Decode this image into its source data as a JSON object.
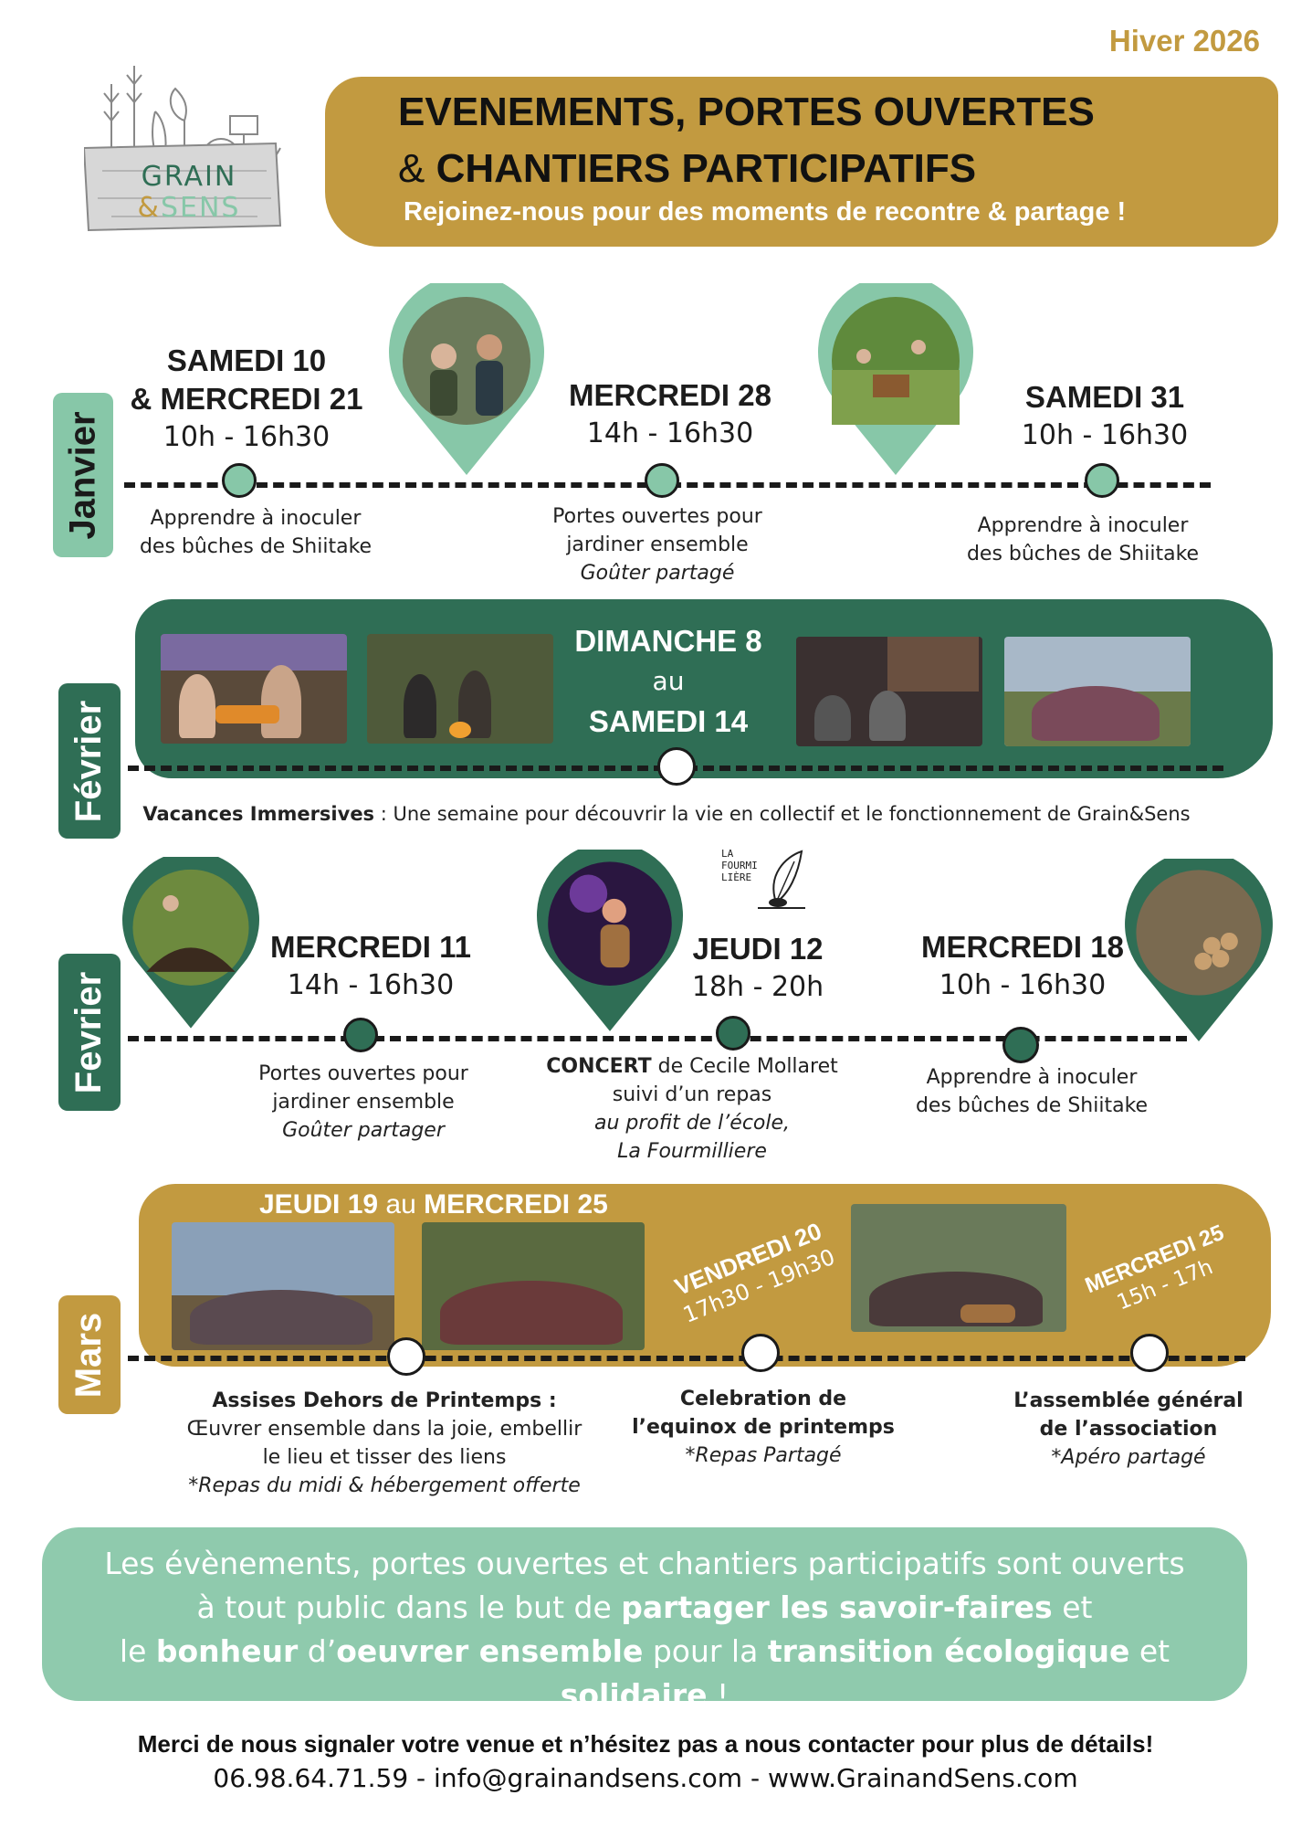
{
  "header": {
    "season": "Hiver 2026",
    "title_line1": "EVENEMENTS, PORTES OUVERTES",
    "title_amp": "& ",
    "title_line2": "CHANTIERS PARTICIPATIFS",
    "subtitle": "Rejoinez-nous pour des moments de recontre & partage !"
  },
  "logo": {
    "line1": "GRAIN",
    "amp": "&",
    "line2": "SENS"
  },
  "colors": {
    "gold": "#c29a40",
    "dark_green": "#2f6e55",
    "mint": "#87c7a8",
    "light_mint": "#8fcaad"
  },
  "january": {
    "month": "Janvier",
    "events": [
      {
        "date_line1": "SAMEDI 10",
        "date_line2": "& MERCREDI 21",
        "time": "10h - 16h30",
        "desc_line1": "Apprendre à inoculer",
        "desc_line2": "des bûches de Shiitake"
      },
      {
        "date": "MERCREDI 28",
        "time": "14h - 16h30",
        "desc_line1": "Portes ouvertes pour",
        "desc_line2": "jardiner ensemble",
        "note": "Goûter partagé"
      },
      {
        "date": "SAMEDI 31",
        "time": "10h - 16h30",
        "desc_line1": "Apprendre à inoculer",
        "desc_line2": "des bûches de Shiitake"
      }
    ]
  },
  "february_immersion": {
    "month": "Février",
    "date_line1": "DIMANCHE 8",
    "date_mid": "au",
    "date_line2": "SAMEDI 14",
    "desc_bold": "Vacances Immersives",
    "desc_rest": " : Une semaine pour découvrir la vie en collectif et le fonctionnement de Grain&Sens"
  },
  "february": {
    "month": "Fevrier",
    "partner_logo_text": [
      "LA",
      "FOURMI",
      "LIÈRE"
    ],
    "events": [
      {
        "date": "MERCREDI 11",
        "time": "14h - 16h30",
        "desc_line1": "Portes ouvertes pour",
        "desc_line2": "jardiner ensemble",
        "note": "Goûter partager"
      },
      {
        "date": "JEUDI 12",
        "time": "18h - 20h",
        "desc_bold": "CONCERT",
        "desc_line1_rest": " de Cecile Mollaret",
        "desc_line2": "suivi d’un repas",
        "note_line1": "au profit de l’école,",
        "note_line2": "La Fourmilliere"
      },
      {
        "date": "MERCREDI 18",
        "time": "10h - 16h30",
        "desc_line1": "Apprendre à inoculer",
        "desc_line2": "des bûches de Shiitake"
      }
    ]
  },
  "march": {
    "month": "Mars",
    "range_a": "JEUDI 19",
    "range_mid": " au ",
    "range_b": "MERCREDI 25",
    "events": [
      {
        "title": "Assises Dehors de Printemps :",
        "desc_line1": "Œuvrer ensemble dans la joie, embellir",
        "desc_line2": "le lieu et tisser des liens",
        "note": "*Repas du midi & hébergement offerte"
      },
      {
        "date": "VENDREDI 20",
        "time": "17h30 - 19h30",
        "title_line1": "Celebration de",
        "title_line2": "l’equinox de printemps",
        "note": "*Repas Partagé"
      },
      {
        "date": "MERCREDI 25",
        "time": "15h - 17h",
        "title_line1": "L’assemblée général",
        "title_line2": "de l’association",
        "note": "*Apéro partagé"
      }
    ]
  },
  "info": {
    "l1": "Les évènements, portes ouvertes et chantiers participatifs sont ouverts",
    "l2a": "à tout public dans le but de ",
    "l2b": "partager les savoir-faires",
    "l2c": " et",
    "l3a": "le ",
    "l3b": "bonheur",
    "l3c": " d’",
    "l3d": "oeuvrer ensemble",
    "l3e": " pour la ",
    "l3f": "transition écologique",
    "l3g": " et ",
    "l3h": "solidaire",
    "l3i": " !"
  },
  "footer": {
    "line1": "Merci de nous signaler votre venue et n’hésitez pas a nous contacter pour plus de détails!",
    "line2": "06.98.64.71.59 - info@grainandsens.com - www.GrainandSens.com"
  }
}
